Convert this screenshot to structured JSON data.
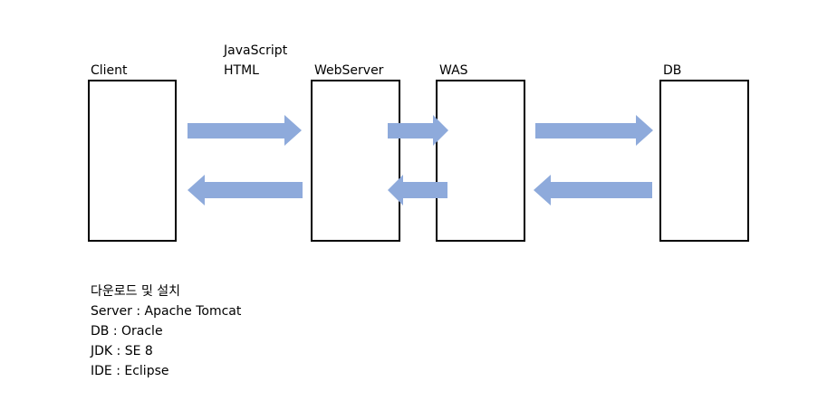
{
  "diagram": {
    "nodes": [
      {
        "id": "client",
        "label": "Client"
      },
      {
        "id": "webserver",
        "label": "WebServer"
      },
      {
        "id": "was",
        "label": "WAS"
      },
      {
        "id": "db",
        "label": "DB"
      }
    ],
    "tech_labels": [
      "JavaScript",
      "HTML"
    ],
    "connections": [
      {
        "from": "client",
        "to": "webserver",
        "bidirectional": true
      },
      {
        "from": "webserver",
        "to": "was",
        "bidirectional": true
      },
      {
        "from": "was",
        "to": "db",
        "bidirectional": true
      }
    ],
    "arrow_color": "#8eaadb"
  },
  "notes": {
    "heading": "다운로드 및 설치",
    "lines": [
      "Server : Apache Tomcat",
      "DB : Oracle",
      "JDK : SE 8",
      "IDE : Eclipse"
    ]
  }
}
